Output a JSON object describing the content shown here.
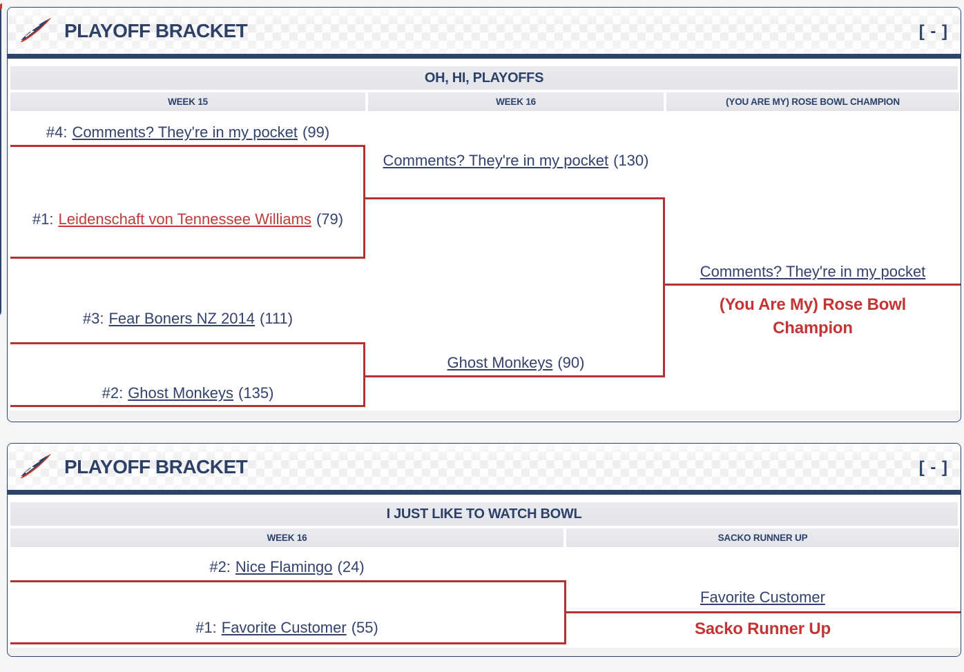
{
  "colors": {
    "navy": "#2e4369",
    "text_navy": "#33426b",
    "bracket_line_red": "#b43231",
    "champion_red": "#c33434",
    "self_team_red": "#bf3a38",
    "bar_bg": "#e4e6ec",
    "page_bg": "#f4f5f7"
  },
  "panels": [
    {
      "header": {
        "title": "PLAYOFF BRACKET",
        "collapse": "[ - ]",
        "logo_icon": "league-swoosh-logo"
      },
      "bowl_title": "OH, HI, PLAYOFFS",
      "columns": [
        "WEEK 15",
        "WEEK 16",
        "(YOU ARE MY) ROSE BOWL CHAMPION"
      ],
      "teams": [
        {
          "seed": "#4:",
          "name": "Comments? They're in my pocket",
          "score": "(99)"
        },
        {
          "seed": "#1:",
          "name": "Leidenschaft von Tennessee Williams",
          "score": "(79)"
        },
        {
          "seed": "#3:",
          "name": "Fear Boners NZ 2014",
          "score": "(111)"
        },
        {
          "seed": "#2:",
          "name": "Ghost Monkeys",
          "score": "(135)"
        }
      ],
      "winners": [
        {
          "name": "Comments? They're in my pocket",
          "score": "(130)"
        },
        {
          "name": "Ghost Monkeys",
          "score": "(90)"
        }
      ],
      "champion": {
        "name": "Comments? They're in my pocket",
        "title": "(You Are My) Rose Bowl Champion"
      }
    },
    {
      "header": {
        "title": "PLAYOFF BRACKET",
        "collapse": "[ - ]",
        "logo_icon": "league-swoosh-logo"
      },
      "bowl_title": "I JUST LIKE TO WATCH BOWL",
      "columns": [
        "WEEK 16",
        "SACKO RUNNER UP"
      ],
      "teams": [
        {
          "seed": "#2:",
          "name": "Nice Flamingo",
          "score": "(24)"
        },
        {
          "seed": "#1:",
          "name": "Favorite Customer",
          "score": "(55)"
        }
      ],
      "winner": {
        "name": "Favorite Customer",
        "title": "Sacko Runner Up"
      }
    }
  ]
}
